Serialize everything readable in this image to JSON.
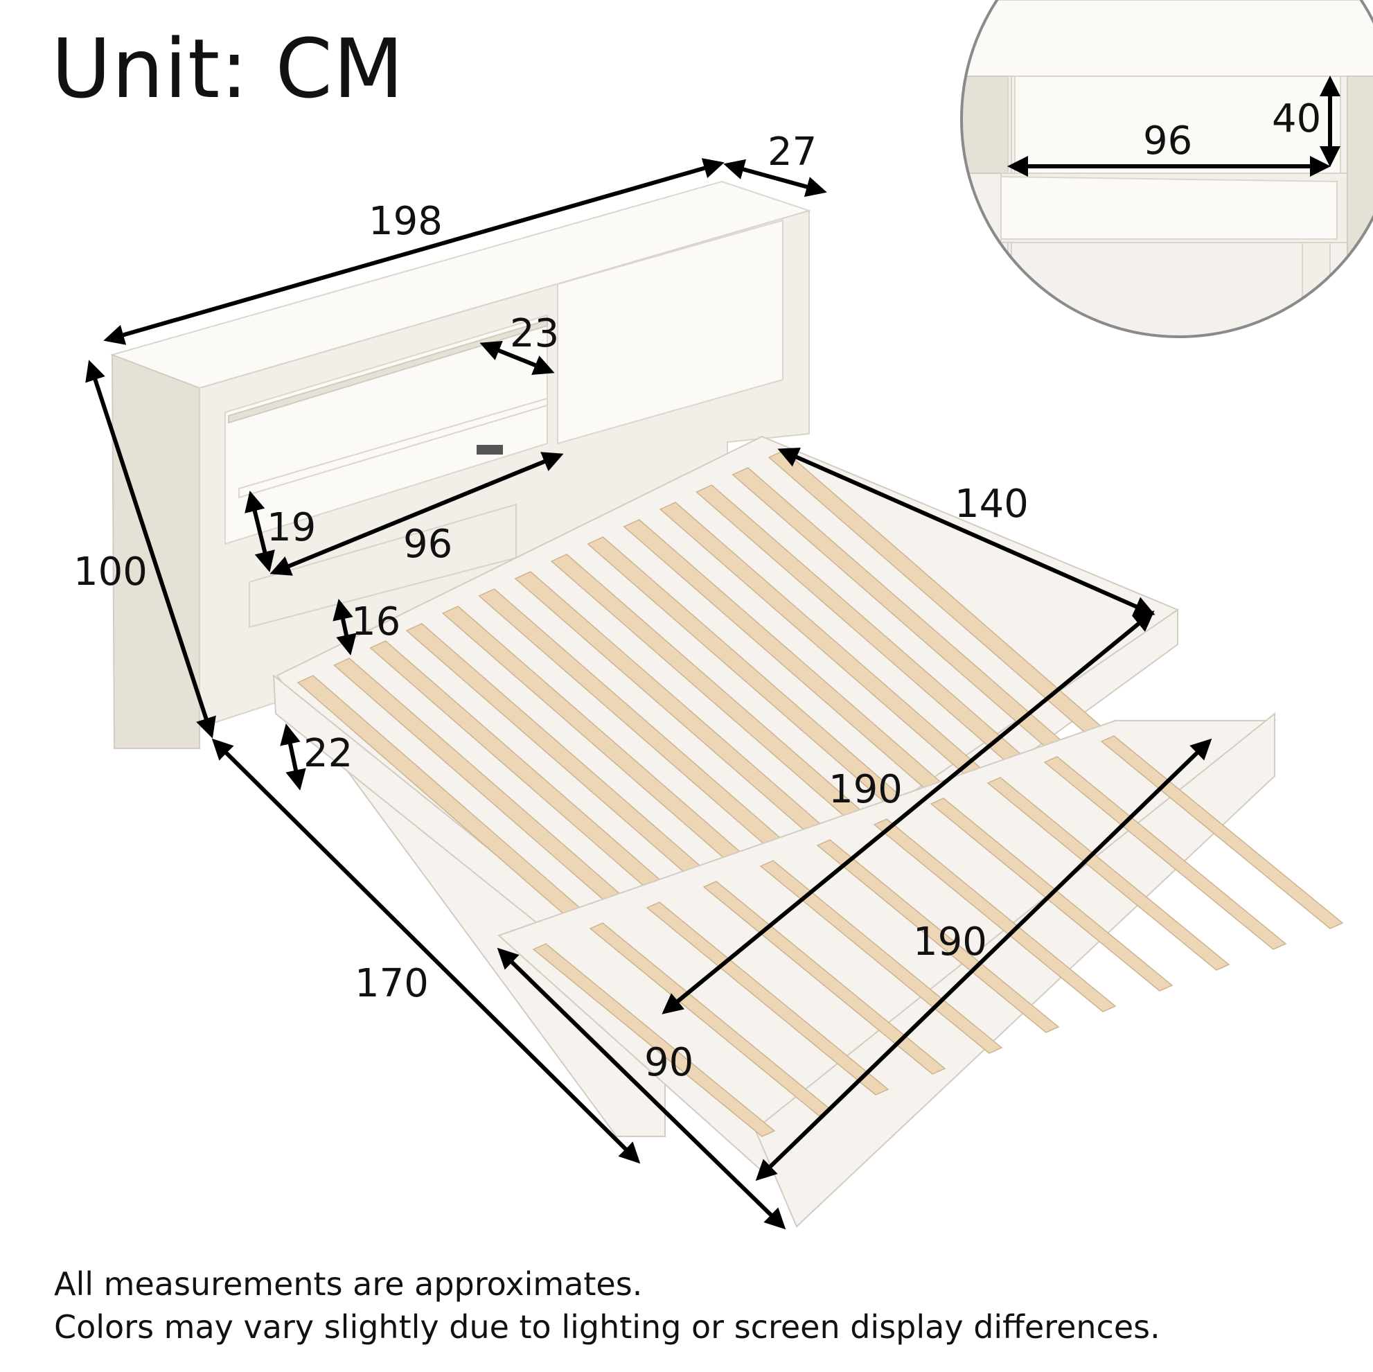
{
  "header": {
    "title": "Unit: CM"
  },
  "dimensions": {
    "headboard_width": "198",
    "headboard_depth": "27",
    "headboard_height": "100",
    "shelf_depth": "23",
    "shelf_height": "19",
    "shelf_width": "96",
    "rail_height": "16",
    "leg_height": "22",
    "bed_width": "140",
    "bed_length": "190",
    "trundle_length": "190",
    "trundle_width": "90",
    "overall_depth": "170",
    "inset_width": "96",
    "inset_height": "40"
  },
  "footer": {
    "line1": "All measurements are approximates.",
    "line2": "Colors may vary slightly due to lighting or screen display differences."
  }
}
